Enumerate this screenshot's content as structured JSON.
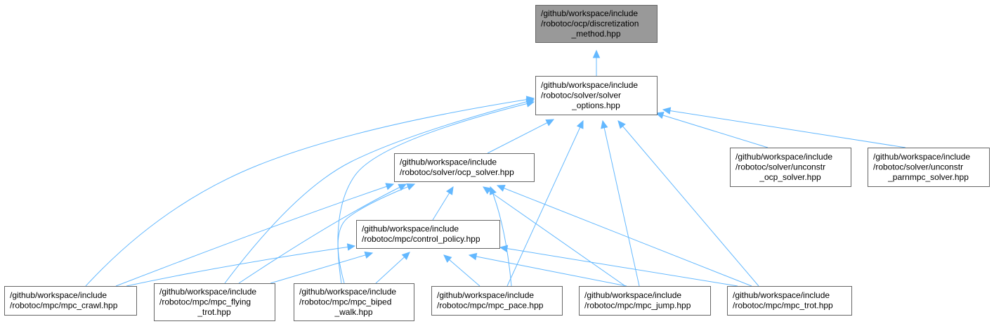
{
  "diagram": {
    "nodes": [
      {
        "id": "discretization",
        "lines": [
          "/github/workspace/include",
          "/robotoc/ocp/discretization",
          "_method.hpp"
        ],
        "highlight": true
      },
      {
        "id": "solver_options",
        "lines": [
          "/github/workspace/include",
          "/robotoc/solver/solver",
          "_options.hpp"
        ]
      },
      {
        "id": "ocp_solver",
        "lines": [
          "/github/workspace/include",
          "/robotoc/solver/ocp_solver.hpp"
        ]
      },
      {
        "id": "unconstr_ocp",
        "lines": [
          "/github/workspace/include",
          "/robotoc/solver/unconstr",
          "_ocp_solver.hpp"
        ]
      },
      {
        "id": "unconstr_parnmpc",
        "lines": [
          "/github/workspace/include",
          "/robotoc/solver/unconstr",
          "_parnmpc_solver.hpp"
        ]
      },
      {
        "id": "control_policy",
        "lines": [
          "/github/workspace/include",
          "/robotoc/mpc/control_policy.hpp"
        ]
      },
      {
        "id": "mpc_crawl",
        "lines": [
          "/github/workspace/include",
          "/robotoc/mpc/mpc_crawl.hpp"
        ]
      },
      {
        "id": "mpc_flying_trot",
        "lines": [
          "/github/workspace/include",
          "/robotoc/mpc/mpc_flying",
          "_trot.hpp"
        ]
      },
      {
        "id": "mpc_biped_walk",
        "lines": [
          "/github/workspace/include",
          "/robotoc/mpc/mpc_biped",
          "_walk.hpp"
        ]
      },
      {
        "id": "mpc_pace",
        "lines": [
          "/github/workspace/include",
          "/robotoc/mpc/mpc_pace.hpp"
        ]
      },
      {
        "id": "mpc_jump",
        "lines": [
          "/github/workspace/include",
          "/robotoc/mpc/mpc_jump.hpp"
        ]
      },
      {
        "id": "mpc_trot",
        "lines": [
          "/github/workspace/include",
          "/robotoc/mpc/mpc_trot.hpp"
        ]
      }
    ],
    "edges": [
      {
        "from": "solver_options",
        "to": "discretization"
      },
      {
        "from": "ocp_solver",
        "to": "solver_options"
      },
      {
        "from": "unconstr_ocp",
        "to": "solver_options"
      },
      {
        "from": "unconstr_parnmpc",
        "to": "solver_options"
      },
      {
        "from": "mpc_crawl",
        "to": "solver_options"
      },
      {
        "from": "mpc_flying_trot",
        "to": "solver_options"
      },
      {
        "from": "mpc_biped_walk",
        "to": "solver_options"
      },
      {
        "from": "mpc_pace",
        "to": "solver_options"
      },
      {
        "from": "mpc_jump",
        "to": "solver_options"
      },
      {
        "from": "mpc_trot",
        "to": "solver_options"
      },
      {
        "from": "control_policy",
        "to": "ocp_solver"
      },
      {
        "from": "mpc_crawl",
        "to": "ocp_solver"
      },
      {
        "from": "mpc_flying_trot",
        "to": "ocp_solver"
      },
      {
        "from": "mpc_biped_walk",
        "to": "ocp_solver"
      },
      {
        "from": "mpc_pace",
        "to": "ocp_solver"
      },
      {
        "from": "mpc_jump",
        "to": "ocp_solver"
      },
      {
        "from": "mpc_trot",
        "to": "ocp_solver"
      },
      {
        "from": "mpc_crawl",
        "to": "control_policy"
      },
      {
        "from": "mpc_flying_trot",
        "to": "control_policy"
      },
      {
        "from": "mpc_biped_walk",
        "to": "control_policy"
      },
      {
        "from": "mpc_pace",
        "to": "control_policy"
      },
      {
        "from": "mpc_jump",
        "to": "control_policy"
      },
      {
        "from": "mpc_trot",
        "to": "control_policy"
      }
    ],
    "colors": {
      "edge": "#63b8ff",
      "node_border": "#666666",
      "node_fill": "#ffffff",
      "highlight_fill": "#999999"
    }
  }
}
